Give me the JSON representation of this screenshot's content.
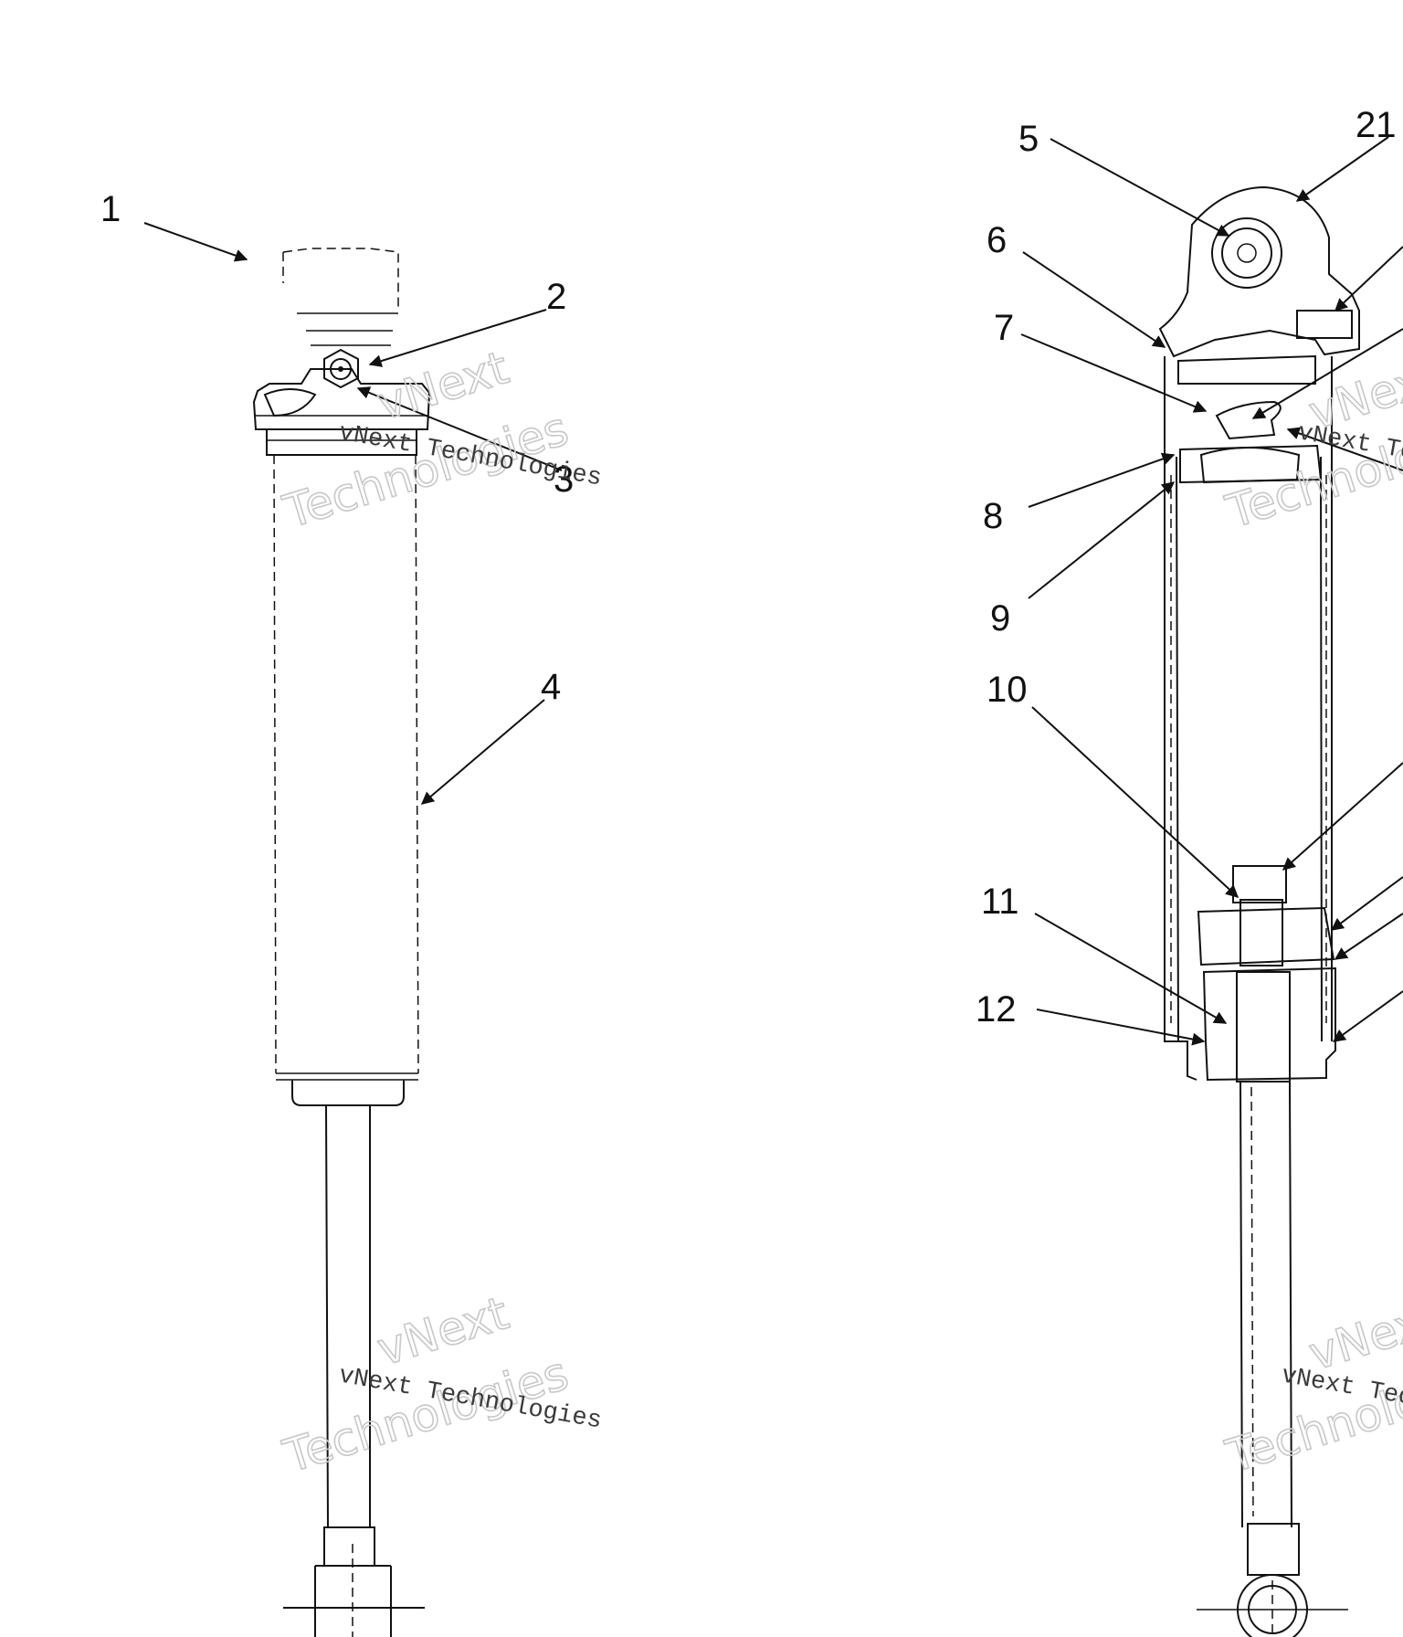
{
  "callouts": [
    {
      "id": "c1",
      "text": "1"
    },
    {
      "id": "c2",
      "text": "2"
    },
    {
      "id": "c3",
      "text": "3"
    },
    {
      "id": "c4",
      "text": "4"
    },
    {
      "id": "c5",
      "text": "5"
    },
    {
      "id": "c6",
      "text": "6"
    },
    {
      "id": "c7",
      "text": "7"
    },
    {
      "id": "c8",
      "text": "8"
    },
    {
      "id": "c9",
      "text": "9"
    },
    {
      "id": "c10",
      "text": "10"
    },
    {
      "id": "c11",
      "text": "11"
    },
    {
      "id": "c12",
      "text": "12"
    },
    {
      "id": "c21",
      "text": "21"
    }
  ],
  "watermark": {
    "line1": "vNext",
    "line2": "Technologies",
    "small": "vNext Technologies",
    "color": "#c8c8c8"
  },
  "colors": {
    "ink": "#111111",
    "background": "#ffffff"
  }
}
